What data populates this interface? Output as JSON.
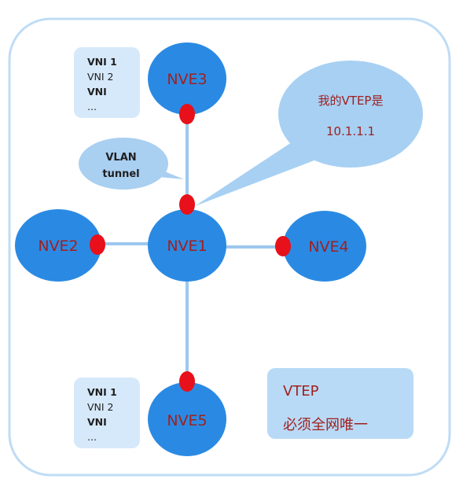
{
  "colors": {
    "frame_stroke": "#bfdcf5",
    "node_fill": "#2a8ae3",
    "link_stroke": "#9cc8ef",
    "vtep_dot": "#e8101a",
    "vni_box_fill": "#d6e9fa",
    "callout_fill": "#a7d0f3",
    "tunnel_fill": "#a9cff1",
    "note_fill": "#b8daf6",
    "label_text": "#a0201f"
  },
  "nodes": {
    "nve1": "NVE1",
    "nve2": "NVE2",
    "nve3": "NVE3",
    "nve4": "NVE4",
    "nve5": "NVE5"
  },
  "vni_list_top": [
    "VNI 1",
    "VNI 2",
    "VNI",
    "..."
  ],
  "vni_list_bottom": [
    "VNI 1",
    "VNI 2",
    "VNI",
    "..."
  ],
  "callout": {
    "line1": "我的VTEP是",
    "line2": "10.1.1.1"
  },
  "tunnel_bubble": {
    "line1": "VLAN",
    "line2": "tunnel"
  },
  "note": {
    "line1": "VTEP",
    "line2": "必须全网唯一"
  }
}
